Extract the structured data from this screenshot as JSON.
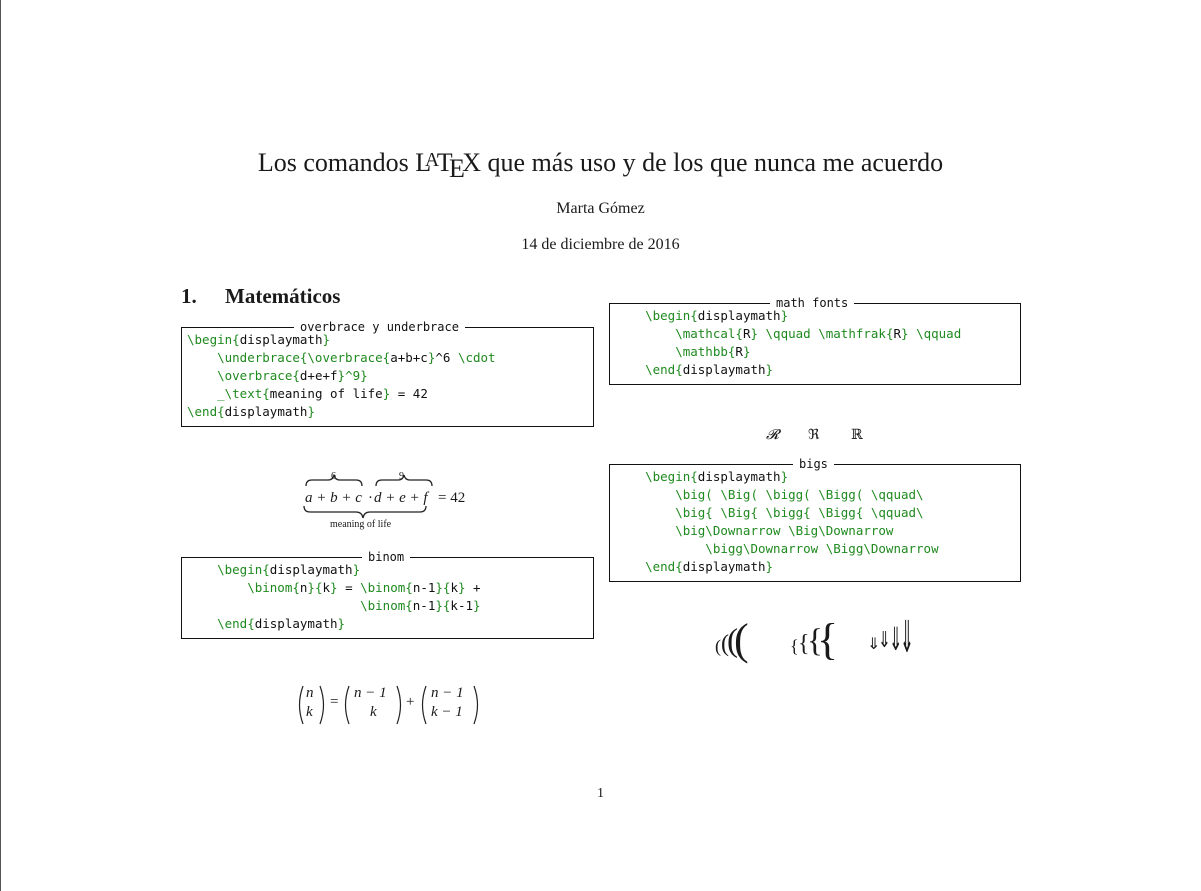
{
  "title": {
    "before": "Los comandos ",
    "latex_l": "L",
    "latex_a": "A",
    "latex_t": "T",
    "latex_e": "E",
    "latex_x": "X",
    "after": " que más uso y de los que nunca me acuerdo"
  },
  "author": "Marta Gómez",
  "date": "14 de diciembre de 2016",
  "section": {
    "number": "1.",
    "title": "Matemáticos"
  },
  "boxes": {
    "overbrace": {
      "caption": "overbrace y underbrace",
      "lines": [
        [
          {
            "t": "\\begin{",
            "g": true
          },
          {
            "t": "displaymath",
            "g": false
          },
          {
            "t": "}",
            "g": true
          }
        ],
        [
          {
            "t": "    \\underbrace{\\overbrace{",
            "g": true
          },
          {
            "t": "a+b+c",
            "g": false
          },
          {
            "t": "}",
            "g": true
          },
          {
            "t": "^6 ",
            "g": false
          },
          {
            "t": "\\cdot",
            "g": true
          }
        ],
        [
          {
            "t": "    \\overbrace{",
            "g": true
          },
          {
            "t": "d+e+f",
            "g": false
          },
          {
            "t": "}",
            "g": true
          },
          {
            "t": "^9}",
            "g": true
          }
        ],
        [
          {
            "t": "    _\\text{",
            "g": true
          },
          {
            "t": "meaning of life",
            "g": false
          },
          {
            "t": "}",
            "g": true
          },
          {
            "t": " = 42",
            "g": false
          }
        ],
        [
          {
            "t": "\\end{",
            "g": true
          },
          {
            "t": "displaymath",
            "g": false
          },
          {
            "t": "}",
            "g": true
          }
        ]
      ]
    },
    "binom": {
      "caption": "binom",
      "lines": [
        [
          {
            "t": "    \\begin{",
            "g": true
          },
          {
            "t": "displaymath",
            "g": false
          },
          {
            "t": "}",
            "g": true
          }
        ],
        [
          {
            "t": "        \\binom{",
            "g": true
          },
          {
            "t": "n",
            "g": false
          },
          {
            "t": "}{",
            "g": true
          },
          {
            "t": "k",
            "g": false
          },
          {
            "t": "}",
            "g": true
          },
          {
            "t": " = ",
            "g": false
          },
          {
            "t": "\\binom{",
            "g": true
          },
          {
            "t": "n-1",
            "g": false
          },
          {
            "t": "}{",
            "g": true
          },
          {
            "t": "k",
            "g": false
          },
          {
            "t": "}",
            "g": true
          },
          {
            "t": " +",
            "g": false
          }
        ],
        [
          {
            "t": "                       \\binom{",
            "g": true
          },
          {
            "t": "n-1",
            "g": false
          },
          {
            "t": "}{",
            "g": true
          },
          {
            "t": "k-1",
            "g": false
          },
          {
            "t": "}",
            "g": true
          }
        ],
        [
          {
            "t": "    \\end{",
            "g": true
          },
          {
            "t": "displaymath",
            "g": false
          },
          {
            "t": "}",
            "g": true
          }
        ]
      ]
    },
    "math_fonts": {
      "caption": "math fonts",
      "lines": [
        [
          {
            "t": "    \\begin{",
            "g": true
          },
          {
            "t": "displaymath",
            "g": false
          },
          {
            "t": "}",
            "g": true
          }
        ],
        [
          {
            "t": "        \\mathcal{",
            "g": true
          },
          {
            "t": "R",
            "g": false
          },
          {
            "t": "}",
            "g": true
          },
          {
            "t": " ",
            "g": false
          },
          {
            "t": "\\qquad \\mathfrak{",
            "g": true
          },
          {
            "t": "R",
            "g": false
          },
          {
            "t": "}",
            "g": true
          },
          {
            "t": " ",
            "g": false
          },
          {
            "t": "\\qquad",
            "g": true
          }
        ],
        [
          {
            "t": "        \\mathbb{",
            "g": true
          },
          {
            "t": "R",
            "g": false
          },
          {
            "t": "}",
            "g": true
          }
        ],
        [
          {
            "t": "    \\end{",
            "g": true
          },
          {
            "t": "displaymath",
            "g": false
          },
          {
            "t": "}",
            "g": true
          }
        ]
      ]
    },
    "bigs": {
      "caption": "bigs",
      "lines": [
        [
          {
            "t": "    \\begin{",
            "g": true
          },
          {
            "t": "displaymath",
            "g": false
          },
          {
            "t": "}",
            "g": true
          }
        ],
        [
          {
            "t": "        \\big( \\Big( \\bigg( \\Bigg( \\qquad\\",
            "g": true
          }
        ],
        [
          {
            "t": "        \\big{ \\Big{ \\bigg{ \\Bigg{ \\qquad\\",
            "g": true
          }
        ],
        [
          {
            "t": "        \\big\\Downarrow \\Big\\Downarrow",
            "g": true
          }
        ],
        [
          {
            "t": "            \\bigg\\Downarrow \\Bigg\\Downarrow",
            "g": true
          }
        ],
        [
          {
            "t": "    \\end{",
            "g": true
          },
          {
            "t": "displaymath",
            "g": false
          },
          {
            "t": "}",
            "g": true
          }
        ]
      ]
    }
  },
  "formulas": {
    "brace": {
      "top_left": "6",
      "top_right": "9",
      "left": "a + b + c",
      "dot": "·",
      "right": "d + e + f",
      "eq": "= 42",
      "under": "meaning of life"
    },
    "binom": {
      "n": "n",
      "k": "k",
      "eq": "=",
      "n1": "n − 1",
      "k1": "k",
      "plus": "+",
      "n2": "n − 1",
      "k2": "k − 1"
    },
    "fonts": {
      "cal": "𝓡",
      "frak": "ℜ",
      "bb": "ℝ"
    },
    "bigs": {
      "paren": "(",
      "brace": "{",
      "arrow": "⇓"
    }
  },
  "page_number": "1"
}
